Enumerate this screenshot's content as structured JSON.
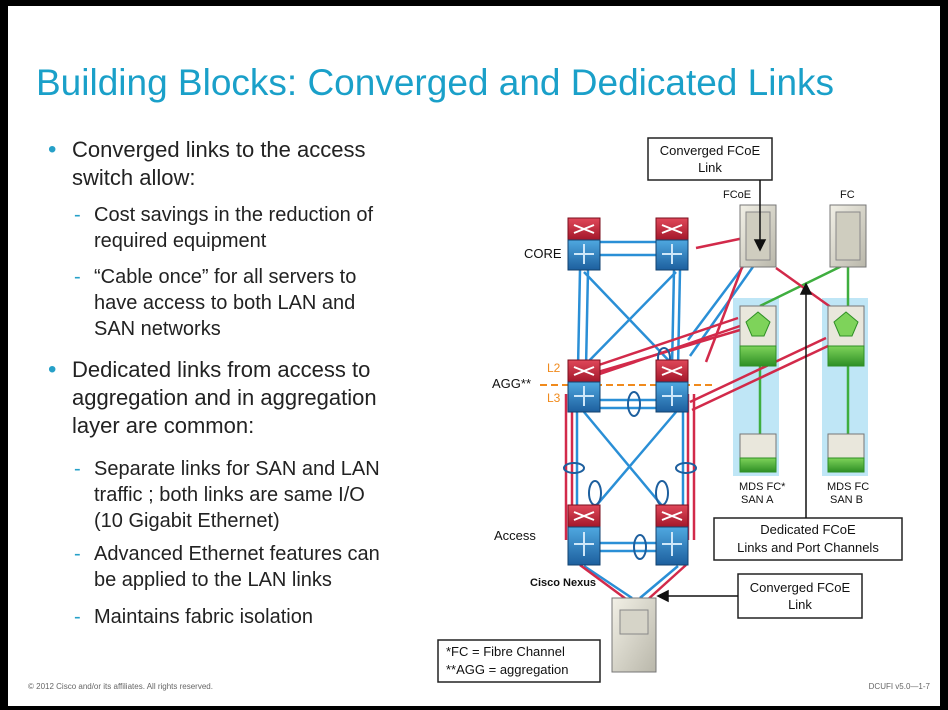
{
  "title": "Building Blocks: Converged and Dedicated Links",
  "bullets": [
    {
      "text_1": "Converged links to the access",
      "text_2": "switch allow:"
    },
    {
      "text_1": "Dedicated links from access to",
      "text_2": "aggregation and in aggregation",
      "text_3": "layer are common:"
    }
  ],
  "subbullets": [
    {
      "text_1": "Cost savings in the reduction of",
      "text_2": "required equipment"
    },
    {
      "text_1": "“Cable once” for all servers to",
      "text_2": "have access to both LAN and",
      "text_3": "SAN networks"
    },
    {
      "text_1": "Separate links for SAN and LAN",
      "text_2": "traffic ; both links are same I/O",
      "text_3": "(10 Gigabit Ethernet)"
    },
    {
      "text_1": "Advanced Ethernet features can",
      "text_2": "be applied to the LAN links"
    },
    {
      "text_1": "Maintains fabric isolation"
    }
  ],
  "diagram": {
    "core_label": "CORE",
    "agg_label": "AGG**",
    "l2_label": "L2",
    "l3_label": "L3",
    "access_label": "Access",
    "nexus_label": "Cisco Nexus",
    "fcoe_label": "FCoE",
    "fc_label": "FC",
    "mds_a_1": "MDS FC*",
    "mds_a_2": "SAN A",
    "mds_b_1": "MDS FC",
    "mds_b_2": "SAN B",
    "callout_top_1": "Converged FCoE",
    "callout_top_2": "Link",
    "callout_mid_1": "Dedicated FCoE",
    "callout_mid_2": "Links and Port Channels",
    "callout_bot_1": "Converged FCoE",
    "callout_bot_2": "Link",
    "legend_1": "*FC = Fibre Channel",
    "legend_2": "**AGG = aggregation"
  },
  "footer": {
    "copyright": "© 2012 Cisco and/or its affiliates. All rights reserved.",
    "course": "DCUFI v5.0—1-7"
  },
  "colors": {
    "title": "#1aa0c9",
    "lan_link": "#2a8fd6",
    "fcoe_link": "#d22a4a",
    "fc_link": "#3fae3f",
    "l2l3_divider": "#f08a1c",
    "san_highlight": "#bfe6f6"
  }
}
